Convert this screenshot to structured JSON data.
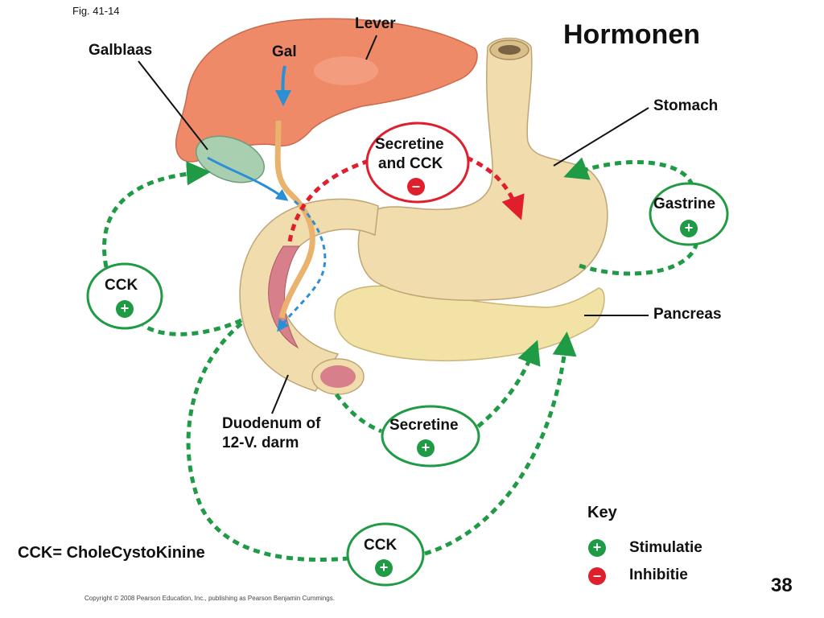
{
  "fig_label": "Fig. 41-14",
  "title": "Hormonen",
  "organs": {
    "liver": "Lever",
    "gallbladder": "Galblaas",
    "bile": "Gal",
    "stomach": "Stomach",
    "pancreas": "Pancreas",
    "duodenum_line1": "Duodenum of",
    "duodenum_line2": "12-V. darm"
  },
  "hormones": {
    "secretine_cck_line1": "Secretine",
    "secretine_cck_line2": "and CCK",
    "gastrine": "Gastrine",
    "cck_left": "CCK",
    "secretine": "Secretine",
    "cck_bottom": "CCK"
  },
  "definition": "CCK= CholeCystoKinine",
  "key": {
    "title": "Key",
    "stimulation": "Stimulatie",
    "inhibition": "Inhibitie",
    "plus_symbol": "+",
    "minus_symbol": "–"
  },
  "page_number": "38",
  "copyright": "Copyright © 2008 Pearson Education, Inc., publishing as Pearson Benjamin Cummings.",
  "colors": {
    "stimulation": "#1f9a45",
    "inhibition": "#e01f2d",
    "liver": "#ee8a68",
    "stomach": "#f1dcae",
    "pancreas": "#f3e2a6",
    "bile_duct": "#2b8fd6"
  }
}
